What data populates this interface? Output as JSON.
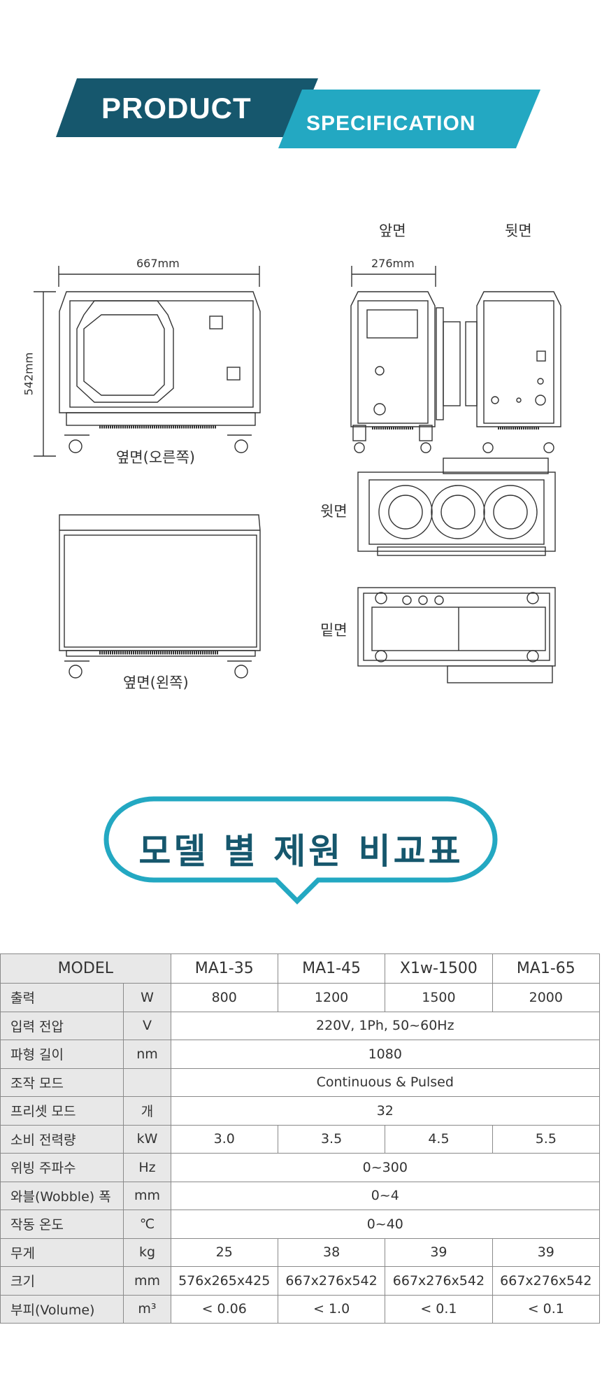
{
  "banner": {
    "product_label": "PRODUCT",
    "spec_label": "SPECIFICATION",
    "color_dark": "#16576d",
    "color_light": "#23a8c2"
  },
  "drawings": {
    "front_label": "앞면",
    "back_label": "뒷면",
    "right_side_label": "옆면(오른쪽)",
    "left_side_label": "옆면(왼쪽)",
    "top_label": "윗면",
    "bottom_label": "밑면",
    "width_dim": "667mm",
    "depth_dim": "276mm",
    "height_dim": "542mm"
  },
  "section_title": "모델 별 제원 비교표",
  "table": {
    "model_header": "MODEL",
    "models": [
      "MA1-35",
      "MA1-45",
      "X1w-1500",
      "MA1-65"
    ],
    "rows": [
      {
        "label": "출력",
        "unit": "W",
        "values": [
          "800",
          "1200",
          "1500",
          "2000"
        ]
      },
      {
        "label": "입력 전압",
        "unit": "V",
        "span": "220V, 1Ph, 50~60Hz"
      },
      {
        "label": "파형 길이",
        "unit": "nm",
        "span": "1080"
      },
      {
        "label": "조작 모드",
        "unit": "",
        "span": "Continuous & Pulsed"
      },
      {
        "label": "프리셋 모드",
        "unit": "개",
        "span": "32"
      },
      {
        "label": "소비 전력량",
        "unit": "kW",
        "values": [
          "3.0",
          "3.5",
          "4.5",
          "5.5"
        ]
      },
      {
        "label": "위빙 주파수",
        "unit": "Hz",
        "span": "0~300"
      },
      {
        "label": "와블(Wobble) 폭",
        "unit": "mm",
        "span": "0~4"
      },
      {
        "label": "작동 온도",
        "unit": "℃",
        "span": "0~40"
      },
      {
        "label": "무게",
        "unit": "kg",
        "values": [
          "25",
          "38",
          "39",
          "39"
        ]
      },
      {
        "label": "크기",
        "unit": "mm",
        "values": [
          "576x265x425",
          "667x276x542",
          "667x276x542",
          "667x276x542"
        ]
      },
      {
        "label": "부피(Volume)",
        "unit": "m³",
        "values": [
          "< 0.06",
          "< 1.0",
          "< 0.1",
          "< 0.1"
        ]
      }
    ]
  }
}
